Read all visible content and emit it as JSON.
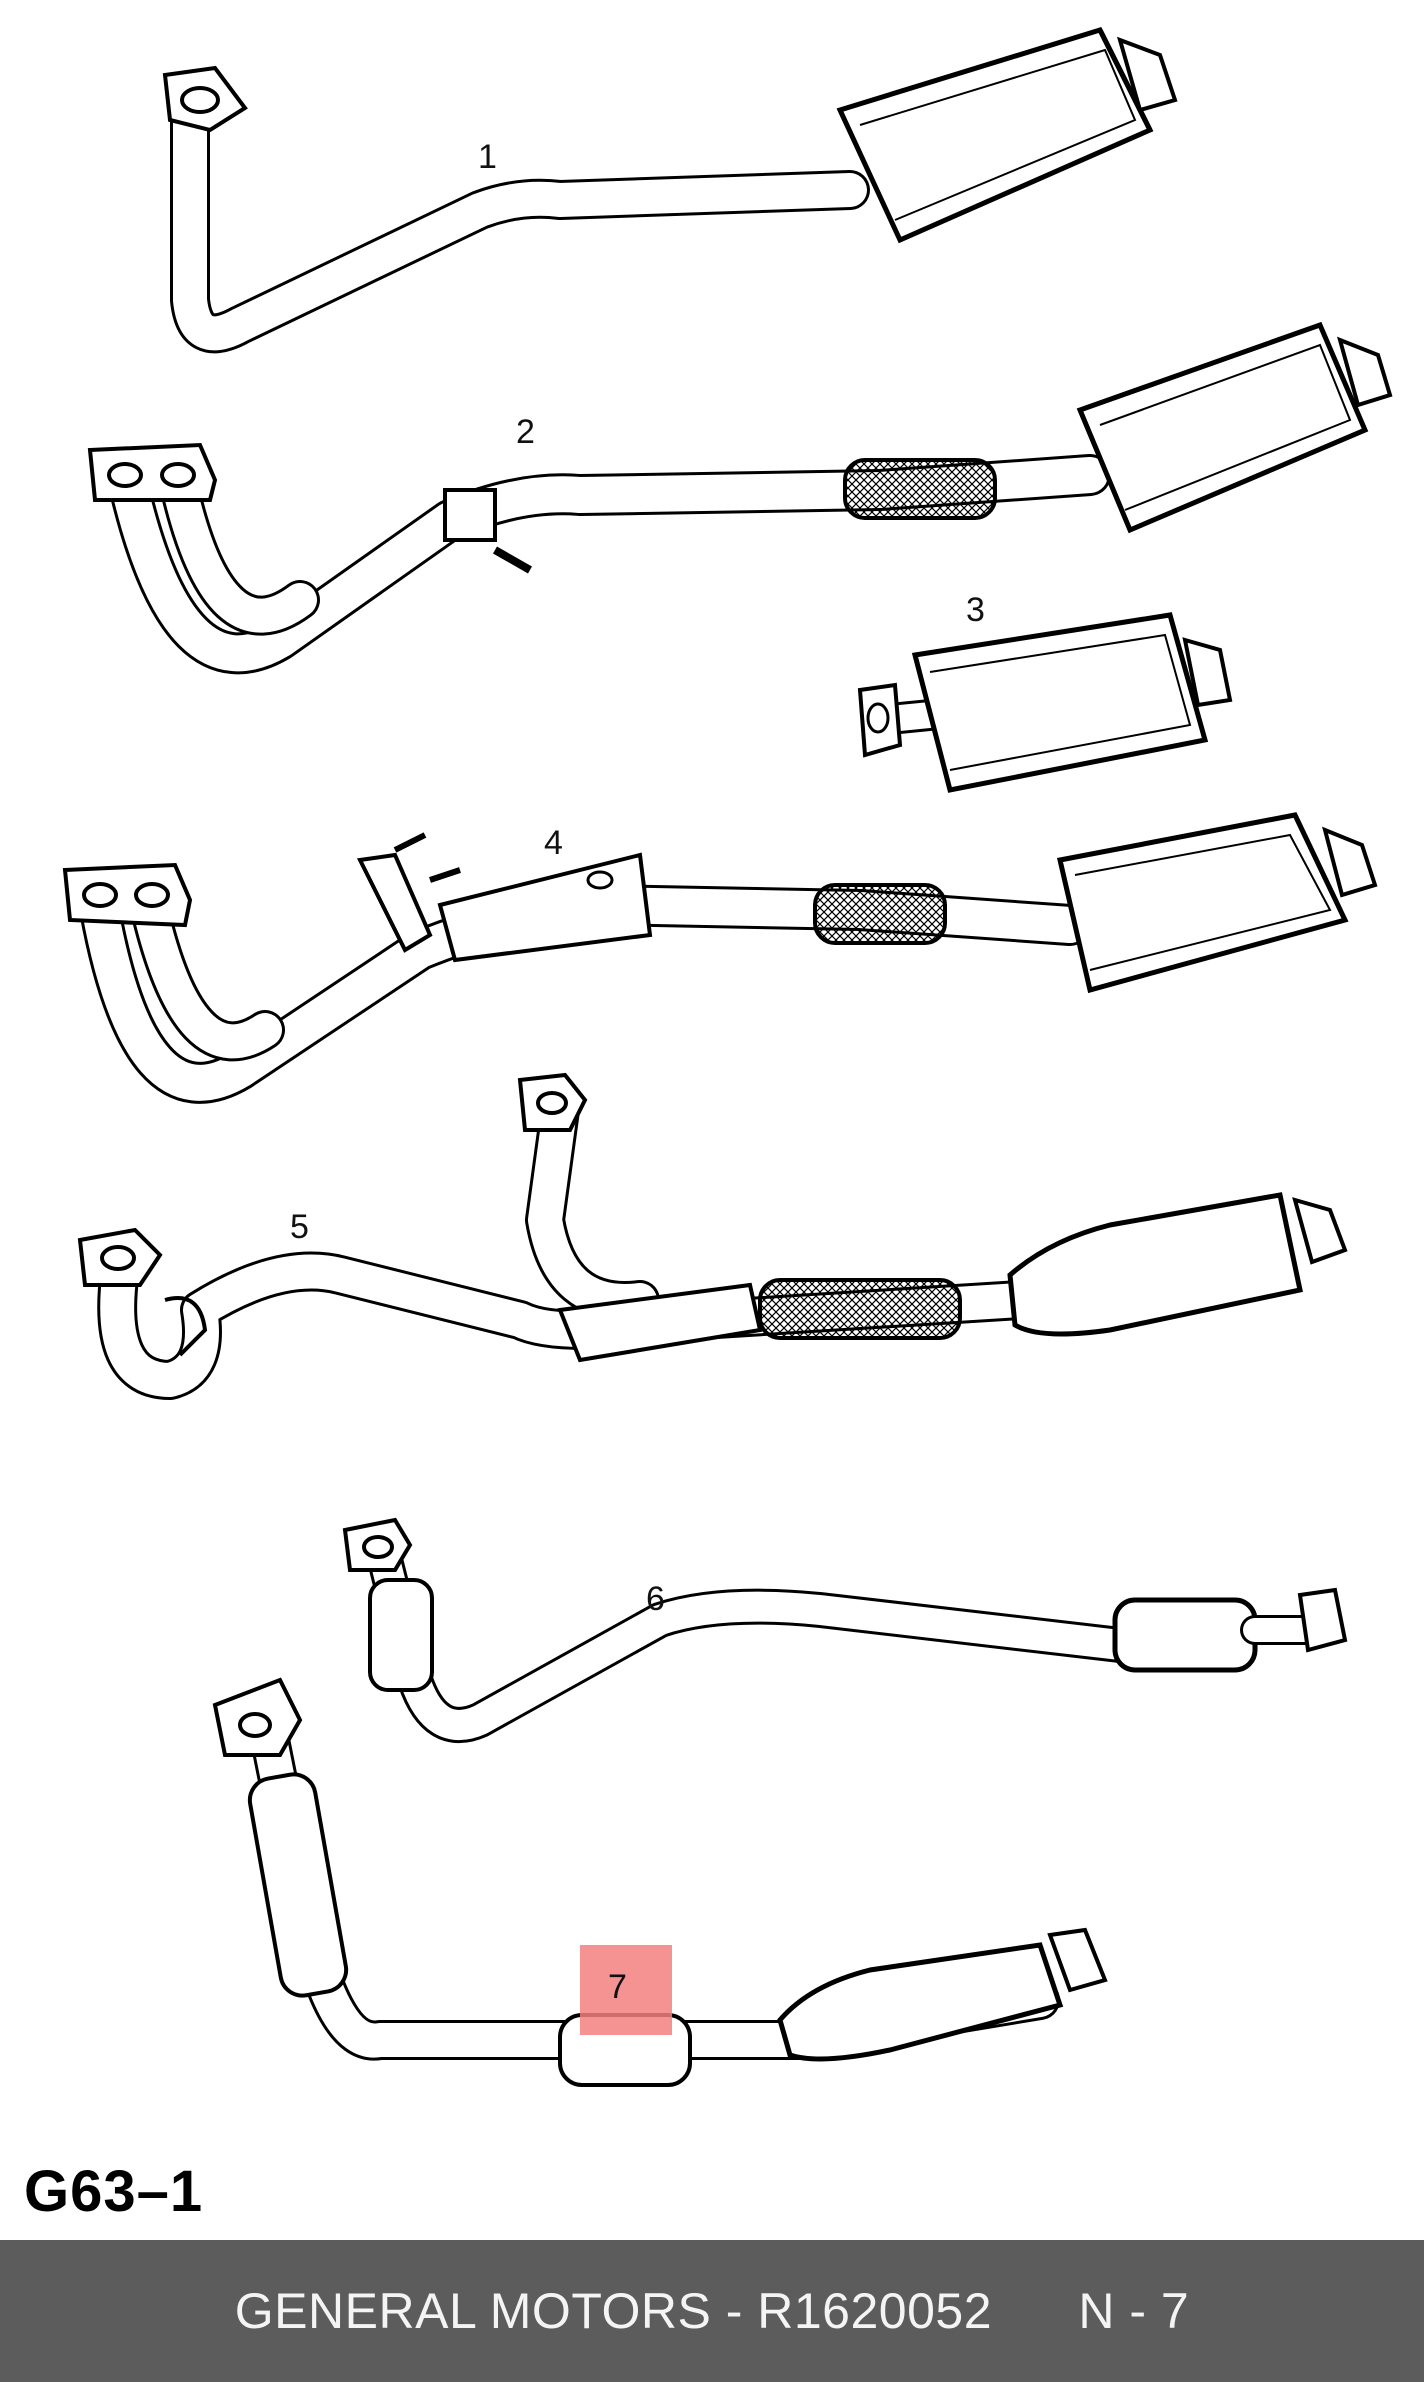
{
  "diagram": {
    "code": "G63–1",
    "parts": [
      {
        "label": "1"
      },
      {
        "label": "2"
      },
      {
        "label": "3"
      },
      {
        "label": "4"
      },
      {
        "label": "5"
      },
      {
        "label": "6"
      },
      {
        "label": "7",
        "highlighted": true
      }
    ],
    "highlight_color": "#f2807f"
  },
  "footer": {
    "text": "GENERAL MOTORS - R1620052      N - 7",
    "background": "#5c5c5c"
  }
}
